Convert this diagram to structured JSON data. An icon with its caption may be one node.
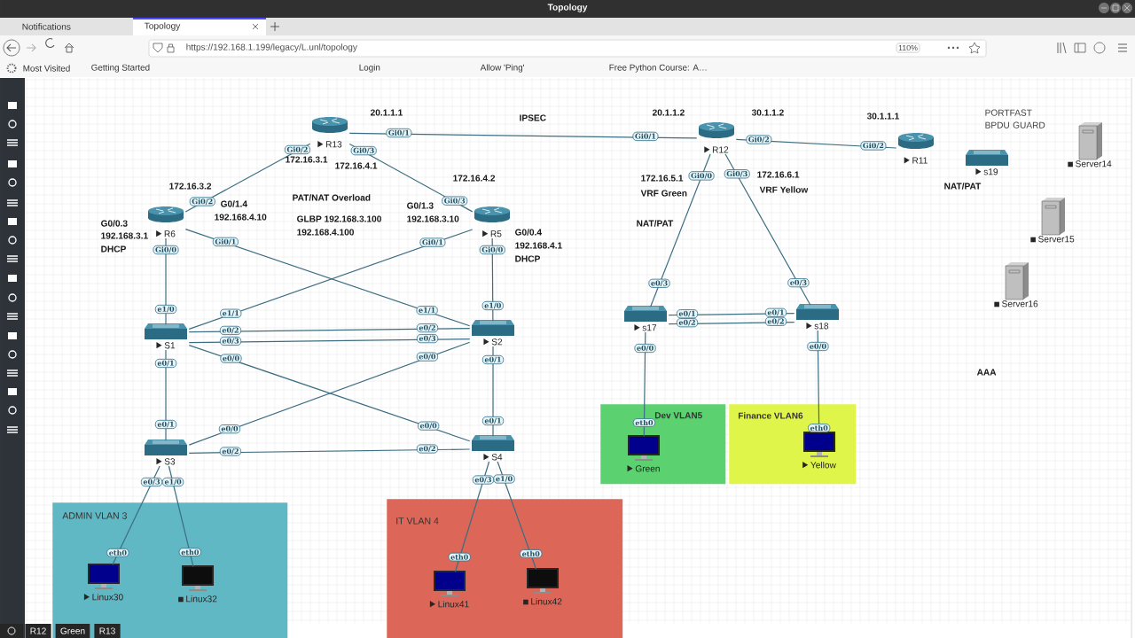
{
  "diagram": {
    "nodes": [
      {
        "text": [
          "R13"
        ]
      },
      {
        "text": [
          "R12"
        ]
      },
      {
        "text": [
          "R11"
        ]
      },
      {
        "text": [
          "R6"
        ]
      },
      {
        "text": [
          "R5"
        ]
      },
      {
        "text": [
          "S1"
        ]
      },
      {
        "text": [
          "S2"
        ]
      },
      {
        "text": [
          "S3"
        ]
      },
      {
        "text": [
          "S4"
        ]
      },
      {
        "text": [
          "s17"
        ]
      },
      {
        "text": [
          "s18"
        ]
      },
      {
        "text": [
          "s19"
        ]
      },
      {
        "text": [
          "Server14"
        ]
      },
      {
        "text": [
          "Server15"
        ]
      },
      {
        "text": [
          "Server16"
        ]
      },
      {
        "text": [
          "ADMIN VLAN 3"
        ]
      },
      {
        "text": [
          "Linux30"
        ],
        "in": 15
      },
      {
        "text": [
          "Linux32"
        ],
        "in": 15
      },
      {
        "text": [
          "IT VLAN 4"
        ]
      },
      {
        "text": [
          "Linux41"
        ],
        "in": 18
      },
      {
        "text": [
          "Linux42"
        ],
        "in": 18
      },
      {
        "text": [
          "Dev VLAN5"
        ]
      },
      {
        "text": [
          "Green"
        ],
        "in": 21
      },
      {
        "text": [
          "Finance VLAN6"
        ]
      },
      {
        "text": [
          "Yellow"
        ],
        "in": 23
      }
    ],
    "edges": [
      {
        "from": 0,
        "to": 1,
        "arrow": "none"
      },
      {
        "from": 1,
        "to": 2,
        "arrow": "none"
      },
      {
        "from": 0,
        "to": 3,
        "arrow": "none"
      },
      {
        "from": 0,
        "to": 4,
        "arrow": "none"
      },
      {
        "from": 3,
        "to": 5,
        "arrow": "none"
      },
      {
        "from": 3,
        "to": 6,
        "arrow": "none"
      },
      {
        "from": 4,
        "to": 5,
        "arrow": "none"
      },
      {
        "from": 4,
        "to": 6,
        "arrow": "none"
      },
      {
        "from": 5,
        "to": 6,
        "arrow": "none"
      },
      {
        "from": 5,
        "to": 6,
        "arrow": "none"
      },
      {
        "from": 5,
        "to": 7,
        "arrow": "none"
      },
      {
        "from": 5,
        "to": 8,
        "arrow": "none"
      },
      {
        "from": 6,
        "to": 7,
        "arrow": "none"
      },
      {
        "from": 6,
        "to": 8,
        "arrow": "none"
      },
      {
        "from": 7,
        "to": 8,
        "arrow": "none"
      },
      {
        "from": 7,
        "to": 16,
        "arrow": "none"
      },
      {
        "from": 7,
        "to": 17,
        "arrow": "none"
      },
      {
        "from": 8,
        "to": 19,
        "arrow": "none"
      },
      {
        "from": 8,
        "to": 20,
        "arrow": "none"
      },
      {
        "from": 1,
        "to": 9,
        "arrow": "none"
      },
      {
        "from": 1,
        "to": 10,
        "arrow": "none"
      },
      {
        "from": 9,
        "to": 10,
        "arrow": "none"
      },
      {
        "from": 9,
        "to": 10,
        "arrow": "none"
      },
      {
        "from": 9,
        "to": 22,
        "arrow": "none"
      },
      {
        "from": 10,
        "to": 24,
        "arrow": "none"
      }
    ],
    "labels": [
      "Topology",
      "Notifications",
      "Topology",
      "https://192.168.1.199/legacy/L.unl/topology",
      "110%",
      "Most Visited",
      "Getting Started",
      "Login",
      "Allow 'Ping'",
      "Free Python Course: A…",
      "20.1.1.1",
      "IPSEC",
      "20.1.1.2",
      "30.1.1.2",
      "30.1.1.1",
      "PORTFAST BPDU GUARD",
      "172.16.3.1",
      "172.16.4.1",
      "172.16.3.2",
      "172.16.4.2",
      "G0/1.4",
      "192.168.4.10",
      "PAT/NAT Overload",
      "172.16.5.1",
      "VRF Green",
      "172.16.6.1",
      "VRF Yellow",
      "NAT/PAT",
      "G0/0.3",
      "192.168.3.1",
      "DHCP",
      "GLBP 192.168.3.100",
      "192.168.4.100",
      "G0/1.3",
      "192.168.3.10",
      "G0/0.4",
      "192.168.4.1",
      "DHCP",
      "NAT/PAT",
      "AAA",
      "R12",
      "Green",
      "R13",
      "Gi0/1",
      "Gi0/1",
      "Gi0/2",
      "Gi0/2",
      "Gi0/2",
      "Gi0/2",
      "Gi0/3",
      "Gi0/3",
      "Gi0/0",
      "e1/0",
      "Gi0/1",
      "e1/1",
      "Gi0/1",
      "e1/1",
      "Gi0/0",
      "e1/0",
      "e0/2",
      "e0/2",
      "e0/3",
      "e0/3",
      "e0/1",
      "e0/1",
      "e0/0",
      "e0/0",
      "e0/0",
      "e0/0",
      "e0/1",
      "e0/1",
      "e0/2",
      "e0/2",
      "e0/3",
      "eth0",
      "e1/0",
      "eth0",
      "e0/3",
      "eth0",
      "e1/0",
      "eth0",
      "Gi0/0",
      "e0/3",
      "Gi0/3",
      "e0/3",
      "e0/1",
      "e0/1",
      "e0/2",
      "e0/2",
      "e0/0",
      "eth0",
      "e0/0",
      "eth0"
    ]
  }
}
